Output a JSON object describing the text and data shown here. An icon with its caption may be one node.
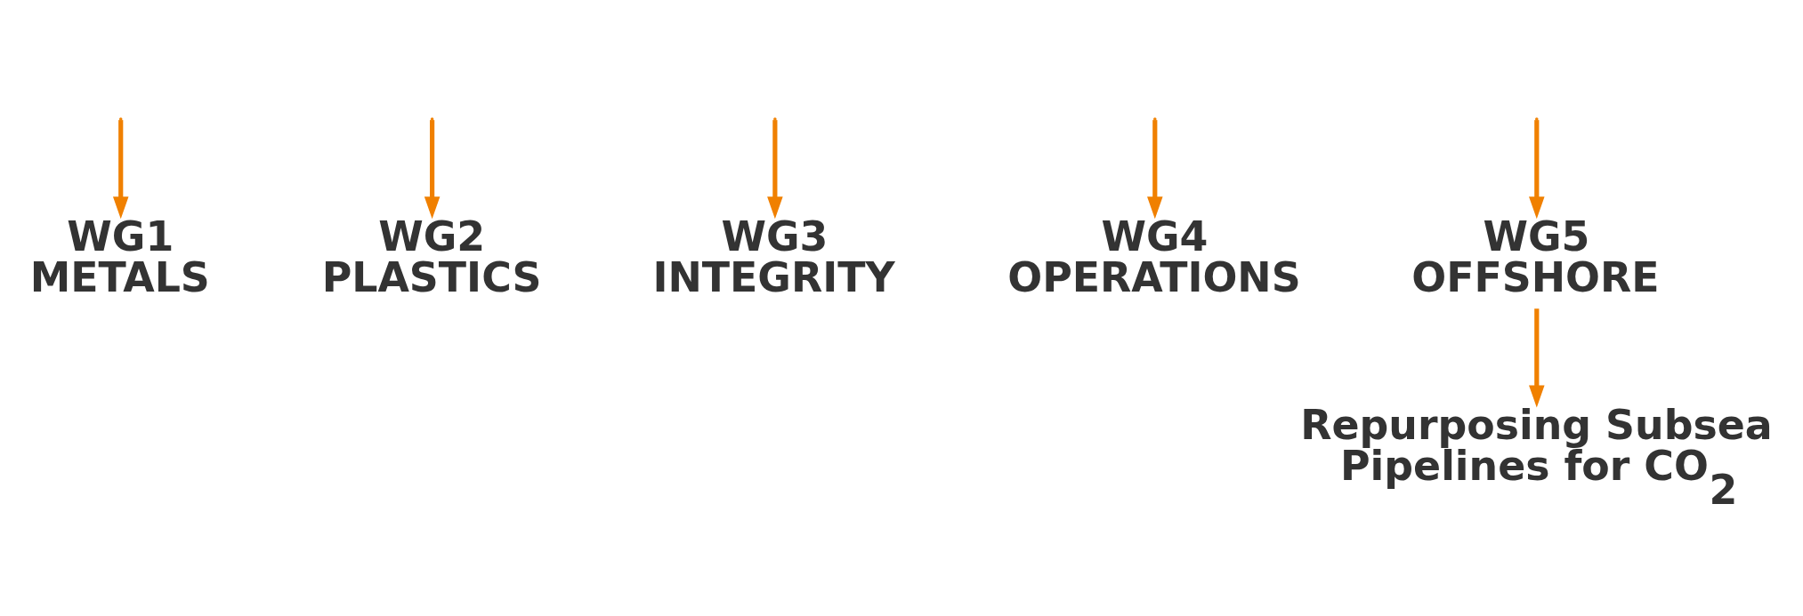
{
  "diagram": {
    "nodes": [
      {
        "text": [
          "WG1",
          "METALS"
        ]
      },
      {
        "text": [
          "WG2",
          "PLASTICS"
        ]
      },
      {
        "text": [
          "WG3",
          "INTEGRITY"
        ]
      },
      {
        "text": [
          "WG4",
          "OPERATIONS"
        ]
      },
      {
        "text": [
          "WG5",
          "OFFSHORE"
        ]
      },
      {
        "text": [
          "Repurposing Subsea Pipelines for CO$_{2}$"
        ]
      }
    ],
    "edges": [
      {
        "from": null,
        "to": 0,
        "arrow": "to"
      },
      {
        "from": null,
        "to": 1,
        "arrow": "to"
      },
      {
        "from": null,
        "to": 2,
        "arrow": "to"
      },
      {
        "from": null,
        "to": 3,
        "arrow": "to"
      },
      {
        "from": null,
        "to": 4,
        "arrow": "to"
      },
      {
        "from": 4,
        "to": 5,
        "arrow": "to"
      }
    ]
  }
}
